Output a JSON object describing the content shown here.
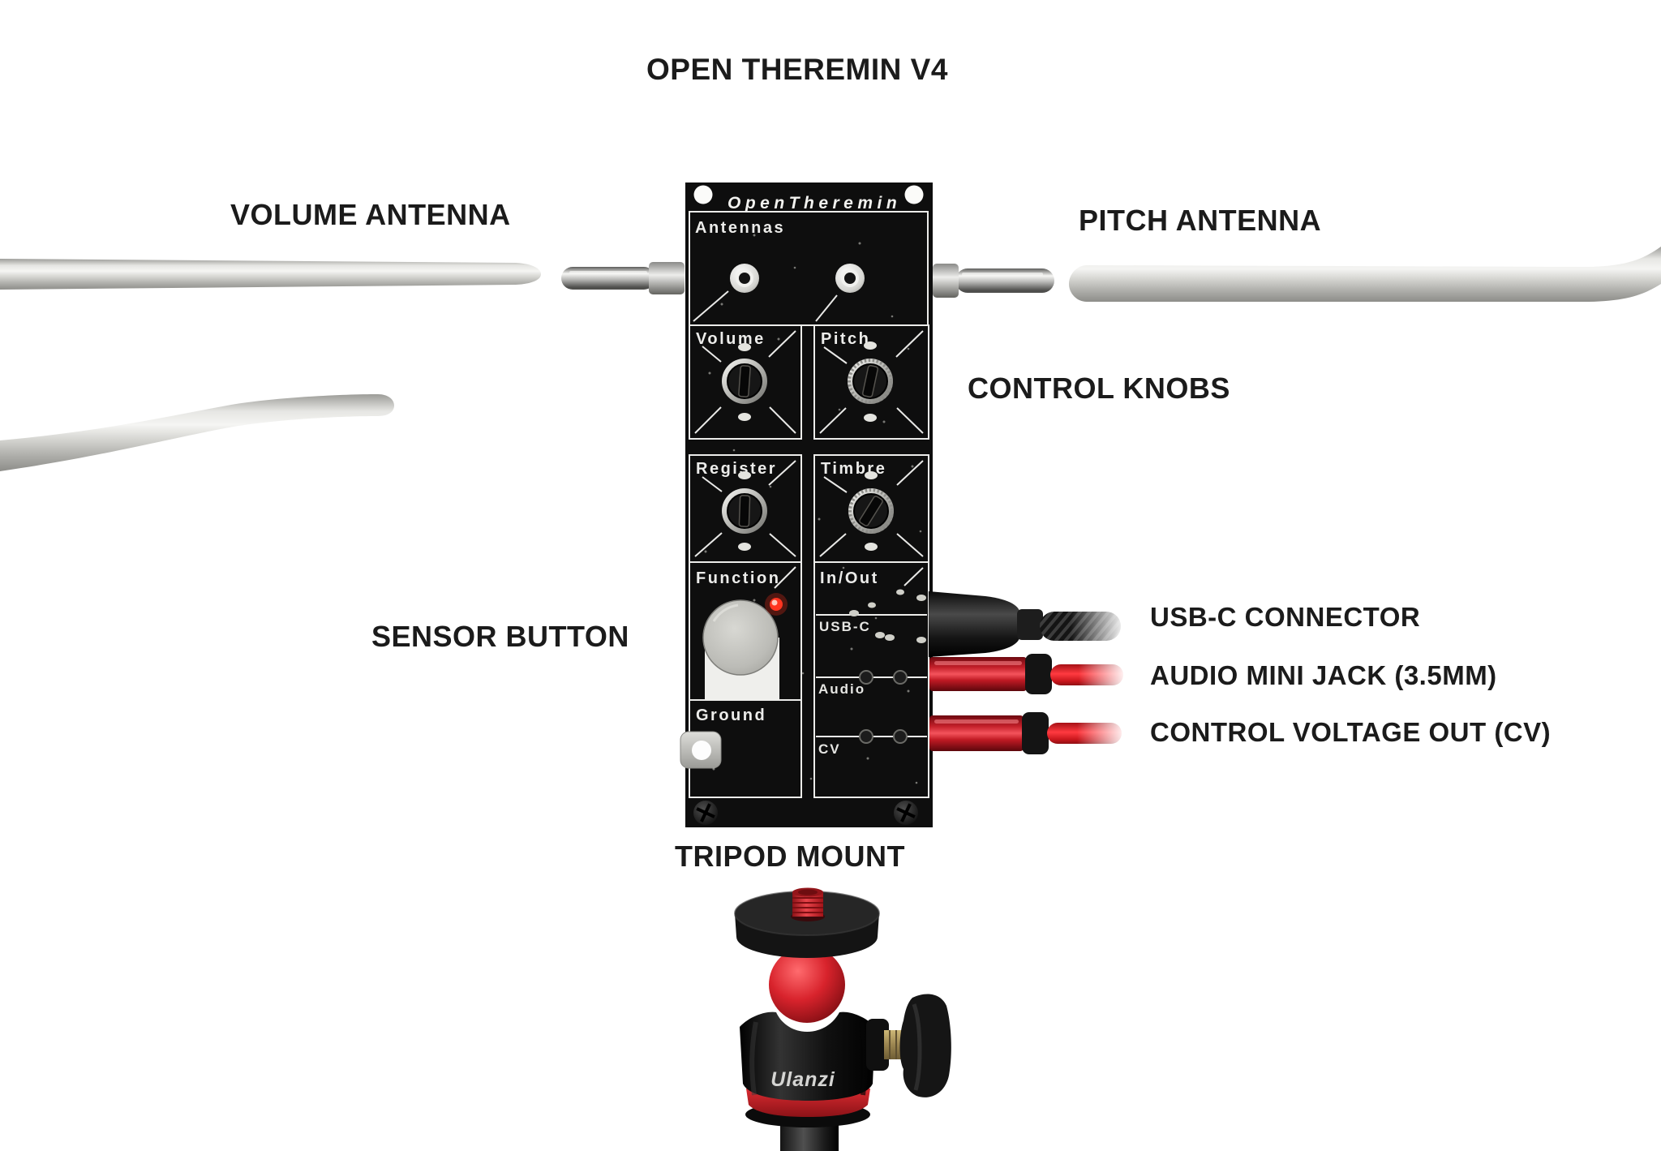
{
  "title": "OPEN THEREMIN V4",
  "annotations": {
    "volume_antenna": "VOLUME ANTENNA",
    "pitch_antenna": "PITCH ANTENNA",
    "control_knobs": "CONTROL KNOBS",
    "sensor_button": "SENSOR BUTTON",
    "usb_c_connector": "USB-C CONNECTOR",
    "audio_mini_jack": "AUDIO MINI JACK (3.5MM)",
    "control_voltage_out": "CONTROL VOLTAGE OUT (CV)",
    "tripod_mount": "TRIPOD MOUNT"
  },
  "board": {
    "brand": "OpenTheremin",
    "sections": {
      "antennas": "Antennas",
      "volume": "Volume",
      "pitch": "Pitch",
      "register": "Register",
      "timbre": "Timbre",
      "function": "Function",
      "in_out": "In/Out",
      "usb": "USB-C",
      "audio": "Audio",
      "cv": "CV",
      "ground": "Ground"
    }
  },
  "tripod": {
    "brand": "Ulanzi"
  },
  "colors": {
    "background": "#ffffff",
    "board": "#0e0e0e",
    "silkscreen": "#ececea",
    "label_text": "#1b1b1b",
    "cable_red": "#e02127",
    "led": "#ff3520",
    "antenna_silver": "#cfcfcc"
  }
}
